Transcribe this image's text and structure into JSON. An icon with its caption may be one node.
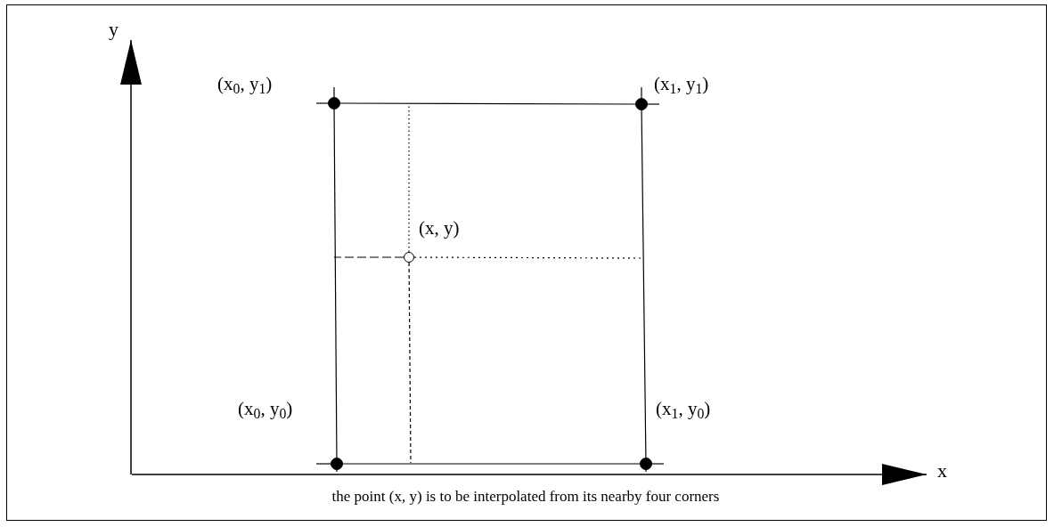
{
  "diagram": {
    "caption": "the point (x, y) is to be interpolated from its nearby four corners",
    "nodes": [
      {
        "text": [],
        "shape": "circle",
        "beside": [
          "(x$_{0}$, y$_{1}$)"
        ]
      },
      {
        "text": [],
        "shape": "circle",
        "beside": [
          "(x$_{1}$, y$_{1}$)"
        ]
      },
      {
        "text": [],
        "shape": "circle",
        "beside": [
          "(x, y)"
        ]
      },
      {
        "text": [],
        "shape": "circle",
        "beside": [
          "(x$_{0}$, y$_{0}$)"
        ]
      },
      {
        "text": [],
        "shape": "circle",
        "beside": [
          "(x$_{1}$, y$_{0}$)"
        ]
      }
    ],
    "edges": [
      {
        "from": 0,
        "to": 1,
        "arrow": "none"
      },
      {
        "from": 0,
        "to": 3,
        "arrow": "none"
      },
      {
        "from": 1,
        "to": 4,
        "arrow": "none"
      },
      {
        "from": 3,
        "to": 4,
        "arrow": "none"
      },
      {
        "from": 2,
        "to": null,
        "arrow": "none",
        "style": "dashed"
      },
      {
        "from": 2,
        "to": null,
        "arrow": "none",
        "style": "dashed"
      },
      {
        "from": 2,
        "to": null,
        "arrow": "none",
        "style": "dashed"
      },
      {
        "from": 2,
        "to": null,
        "arrow": "none",
        "style": "dashed"
      }
    ],
    "labels": [
      "y",
      "x"
    ]
  }
}
